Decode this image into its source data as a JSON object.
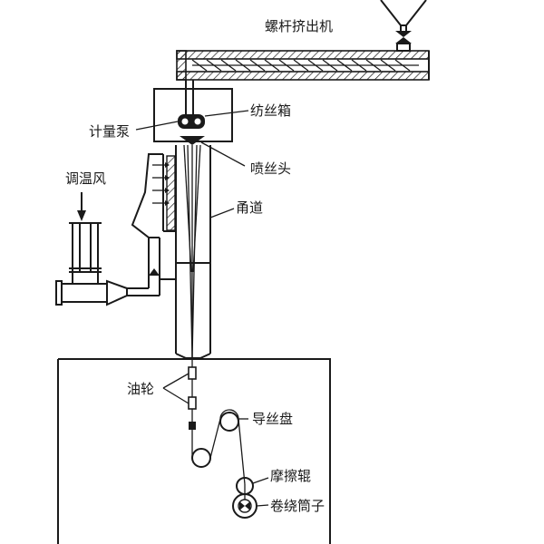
{
  "labels": {
    "extruder": "螺杆挤出机",
    "spin_box": "纺丝箱",
    "metering_pump": "计量泵",
    "spinneret": "喷丝头",
    "conditioned_air": "调温风",
    "spinning_shaft": "甬道",
    "oil_wheel": "油轮",
    "godet": "导丝盘",
    "friction_roller": "摩擦辊",
    "bobbin": "卷绕筒子"
  }
}
